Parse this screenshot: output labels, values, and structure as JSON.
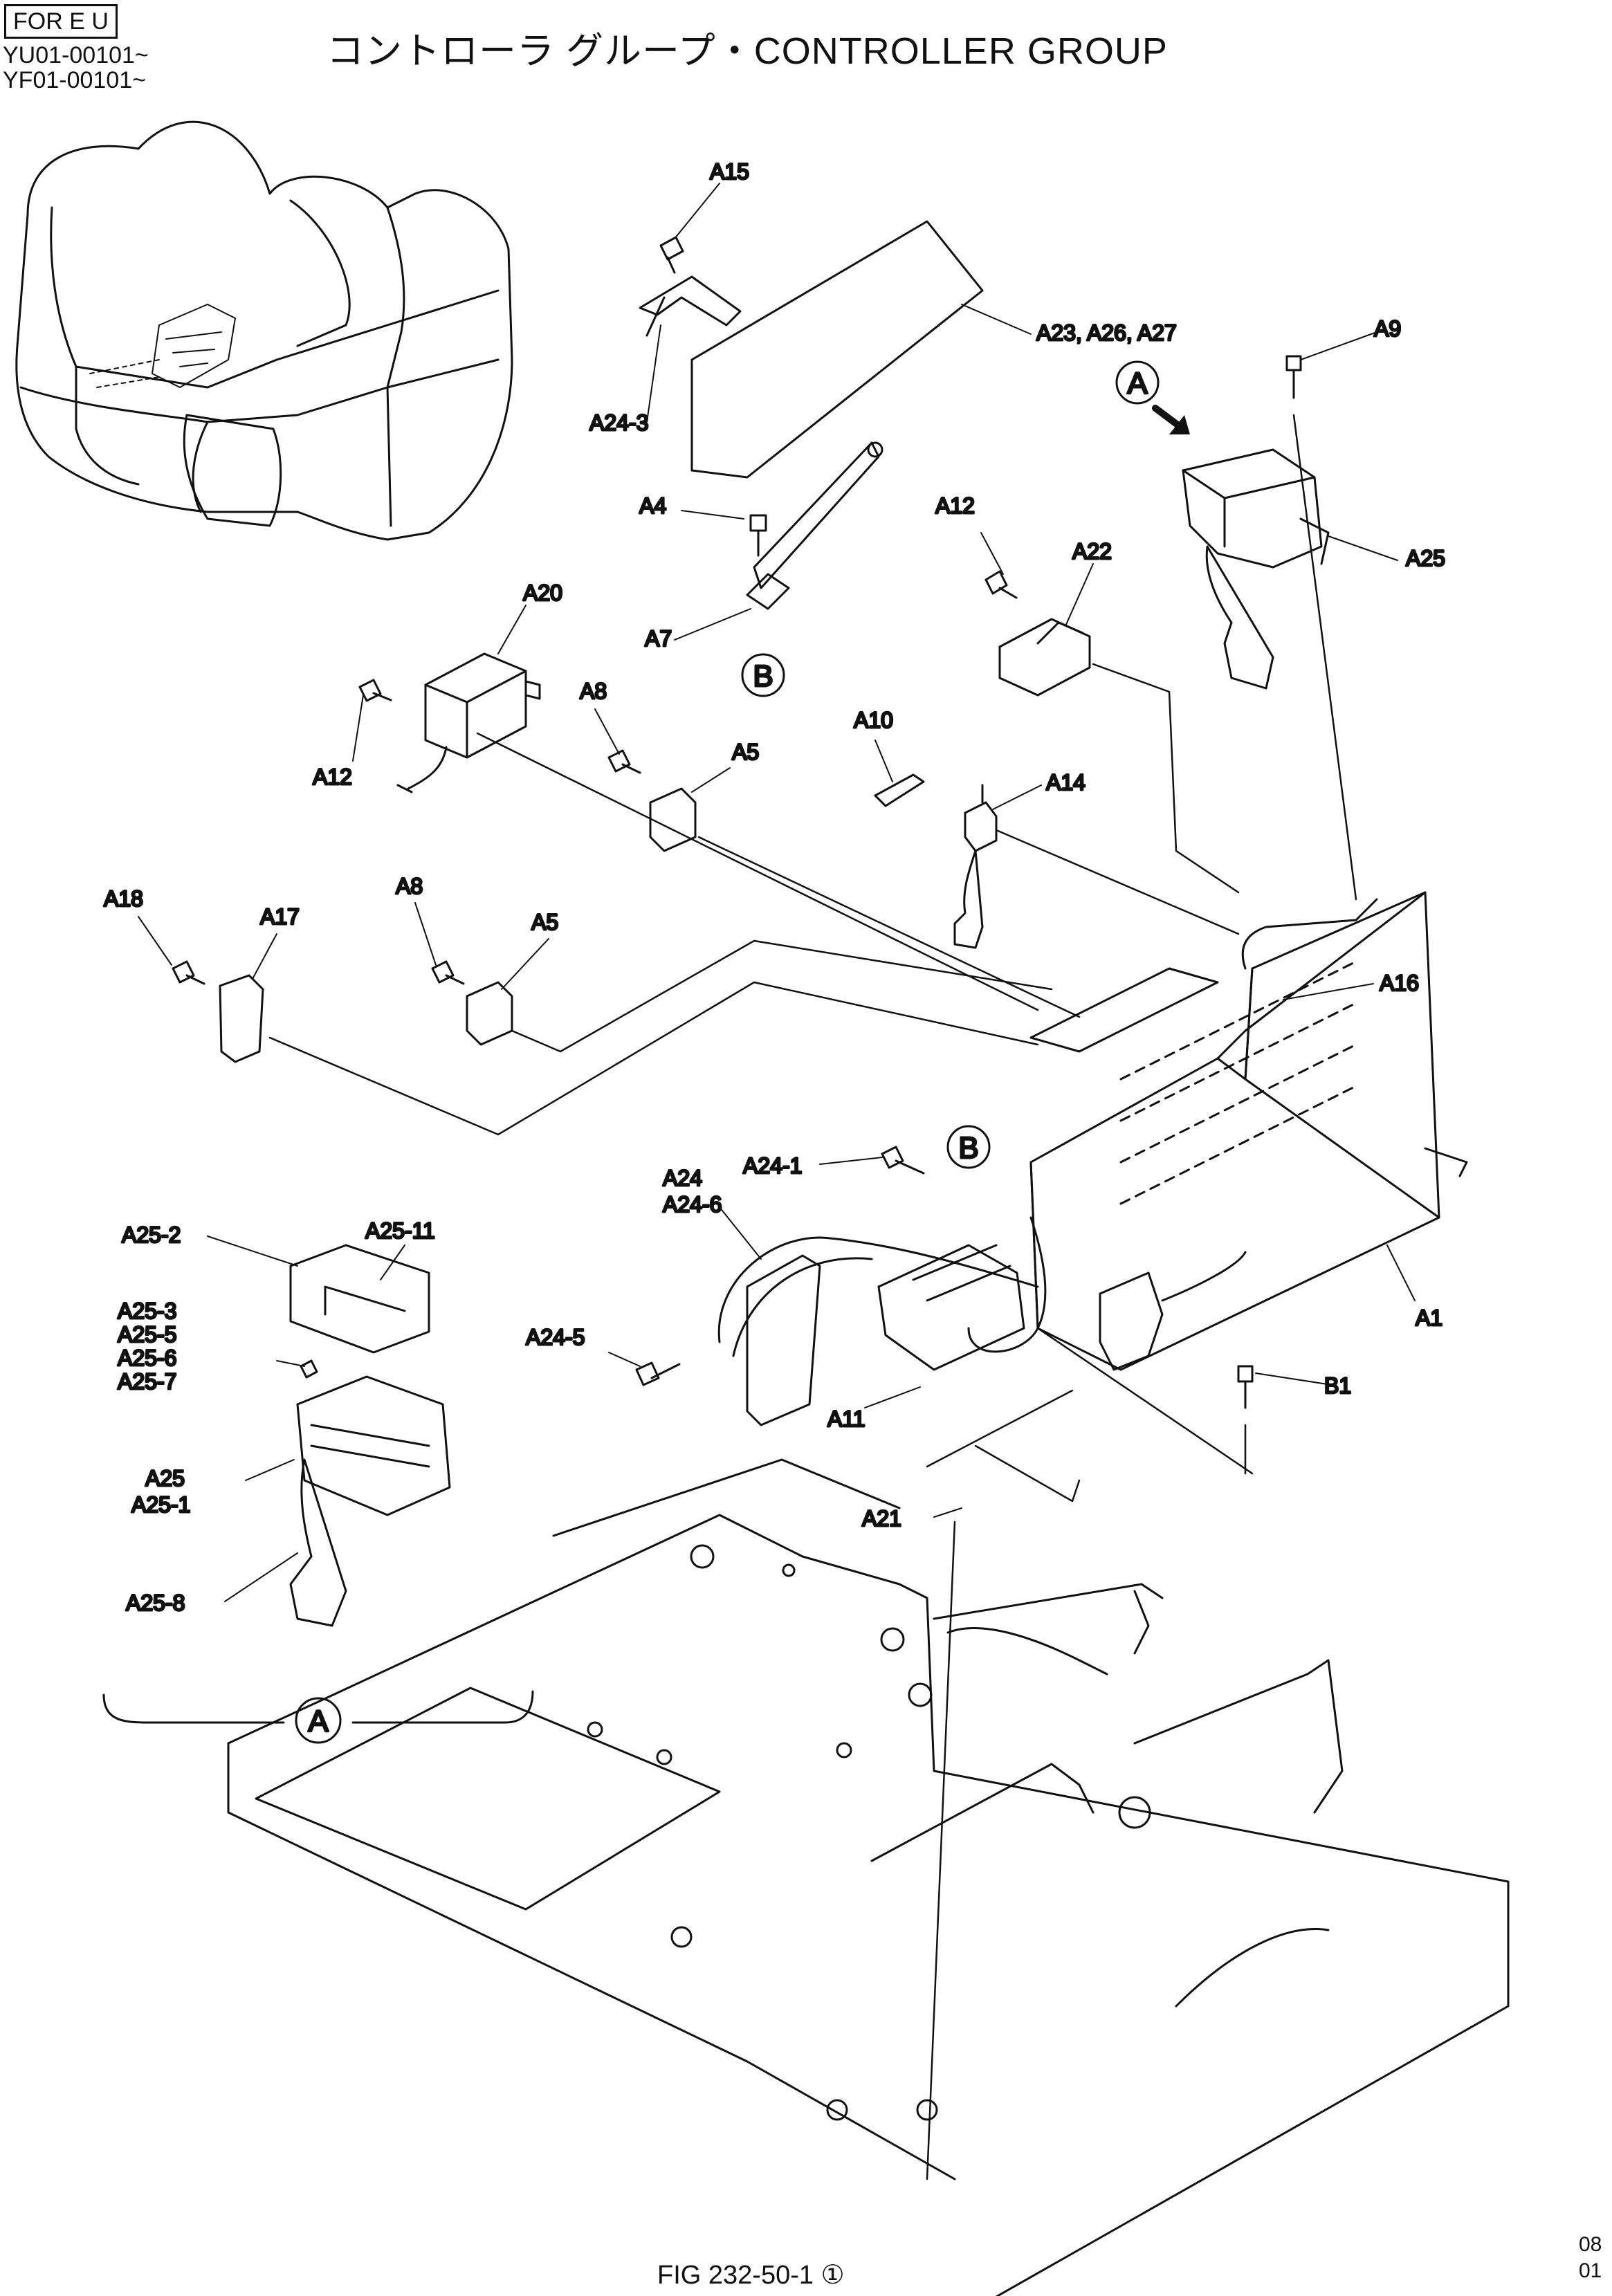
{
  "header": {
    "market_tag": "FOR E U",
    "serial_1": "YU01-00101~",
    "serial_2": "YF01-00101~",
    "title": "コントローラ グループ・CONTROLLER GROUP"
  },
  "callouts": {
    "a15": "A15",
    "a23": "A23, A26, A27",
    "a24_3": "A24-3",
    "a9": "A9",
    "a4": "A4",
    "a7": "A7",
    "a12_top": "A12",
    "a22": "A22",
    "a25": "A25",
    "a20": "A20",
    "a12_left": "A12",
    "a8_top": "A8",
    "a5_top": "A5",
    "a10": "A10",
    "a14": "A14",
    "a18": "A18",
    "a17": "A17",
    "a8_mid": "A8",
    "a5_mid": "A5",
    "a16": "A16",
    "a24": "A24",
    "a24_6": "A24-6",
    "a24_1": "A24-1",
    "a25_2": "A25-2",
    "a25_11": "A25-11",
    "a1": "A1",
    "a25_3": "A25-3",
    "a25_5": "A25-5",
    "a25_6": "A25-6",
    "a25_7": "A25-7",
    "a24_5": "A24-5",
    "a11": "A11",
    "b1": "B1",
    "a25_main": "A25",
    "a25_1": "A25-1",
    "a21": "A21",
    "a25_8": "A25-8"
  },
  "detail_markers": {
    "a_view": "A",
    "a_detail": "A",
    "b_upper": "B",
    "b_lower": "B"
  },
  "footer": {
    "figure_label": "FIG 232-50-1 ①",
    "page_top": "08",
    "page_bottom": "01"
  }
}
